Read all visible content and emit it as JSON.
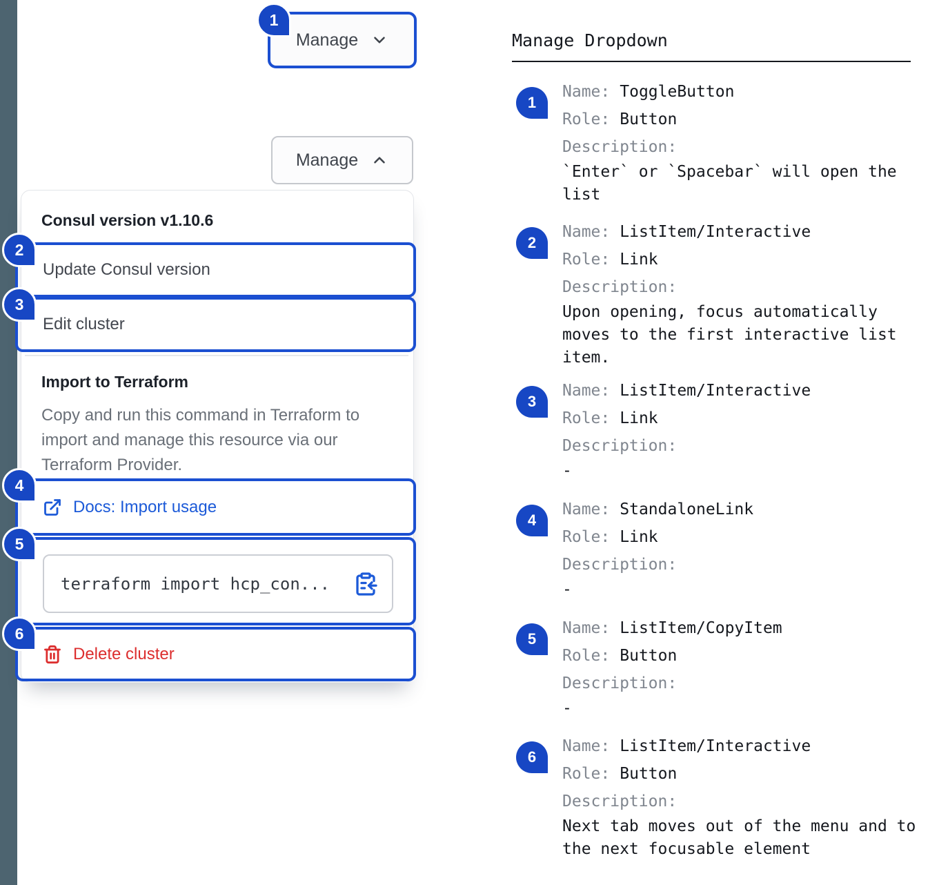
{
  "colors": {
    "accent_blue": "#1b4fd1",
    "badge_blue": "#1747c4",
    "link_blue": "#1c5ad8",
    "danger_red": "#dc2e2e",
    "rail_slate": "#4d6470"
  },
  "toggle_button": {
    "label": "Manage"
  },
  "open_toggle_button": {
    "label": "Manage"
  },
  "dropdown": {
    "version_heading": "Consul version v1.10.6",
    "update_item": "Update Consul version",
    "edit_item": "Edit cluster",
    "import_title": "Import to Terraform",
    "import_description": "Copy and run this command in Terraform to import and manage this resource via our Terraform Provider.",
    "docs_link": "Docs: Import usage",
    "command_text": "terraform import hcp_con...",
    "delete_item": "Delete cluster"
  },
  "annotations": {
    "title": "Manage Dropdown",
    "field_labels": {
      "name": "Name:",
      "role": "Role:",
      "description": "Description:"
    },
    "items": [
      {
        "num": "1",
        "name": "ToggleButton",
        "role": "Button",
        "description": "`Enter` or `Spacebar` will open the list"
      },
      {
        "num": "2",
        "name": "ListItem/Interactive",
        "role": "Link",
        "description": "Upon opening, focus automatically moves to the first interactive list item."
      },
      {
        "num": "3",
        "name": "ListItem/Interactive",
        "role": "Link",
        "description": "-"
      },
      {
        "num": "4",
        "name": "StandaloneLink",
        "role": "Link",
        "description": "-"
      },
      {
        "num": "5",
        "name": "ListItem/CopyItem",
        "role": "Button",
        "description": "-"
      },
      {
        "num": "6",
        "name": "ListItem/Interactive",
        "role": "Button",
        "description": "Next tab moves out of the menu and to the next focusable element"
      }
    ]
  }
}
